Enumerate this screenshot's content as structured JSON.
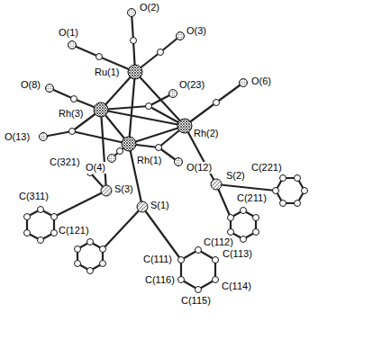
{
  "diagram": {
    "labels": [
      "O(1)",
      "O(2)",
      "O(3)",
      "Ru(1)",
      "O(8)",
      "O(23)",
      "O(6)",
      "Rh(3)",
      "Rh(2)",
      "O(13)",
      "C(321)",
      "O(4)",
      "Rh(1)",
      "O(12)",
      "S(3)",
      "S(2)",
      "C(221)",
      "C(311)",
      "S(1)",
      "C(211)",
      "C(121)",
      "C(111)",
      "C(112)",
      "C(113)",
      "C(116)",
      "C(115)",
      "C(114)"
    ]
  }
}
